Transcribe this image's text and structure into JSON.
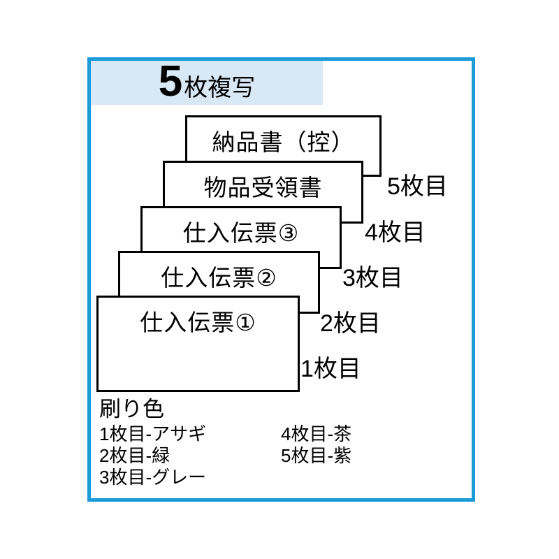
{
  "banner": {
    "number": "5",
    "suffix": "枚複写"
  },
  "cards": [
    {
      "label": "納品書（控）",
      "sheet": "5枚目"
    },
    {
      "label": "物品受領書",
      "sheet": "4枚目"
    },
    {
      "label": "仕入伝票③",
      "sheet": "3枚目"
    },
    {
      "label": "仕入伝票②",
      "sheet": "2枚目"
    },
    {
      "label": "仕入伝票①",
      "sheet": "1枚目"
    }
  ],
  "colors_section": {
    "heading": "刷り色",
    "left_items": [
      "1枚目-アサギ",
      "2枚目-緑",
      "3枚目-グレー"
    ],
    "right_items": [
      "4枚目-茶",
      "5枚目-紫"
    ]
  },
  "theme": {
    "frame_border": "#1b9bd7",
    "banner_bg": "#d9e8f5",
    "card_border": "#000000",
    "text": "#000000"
  }
}
